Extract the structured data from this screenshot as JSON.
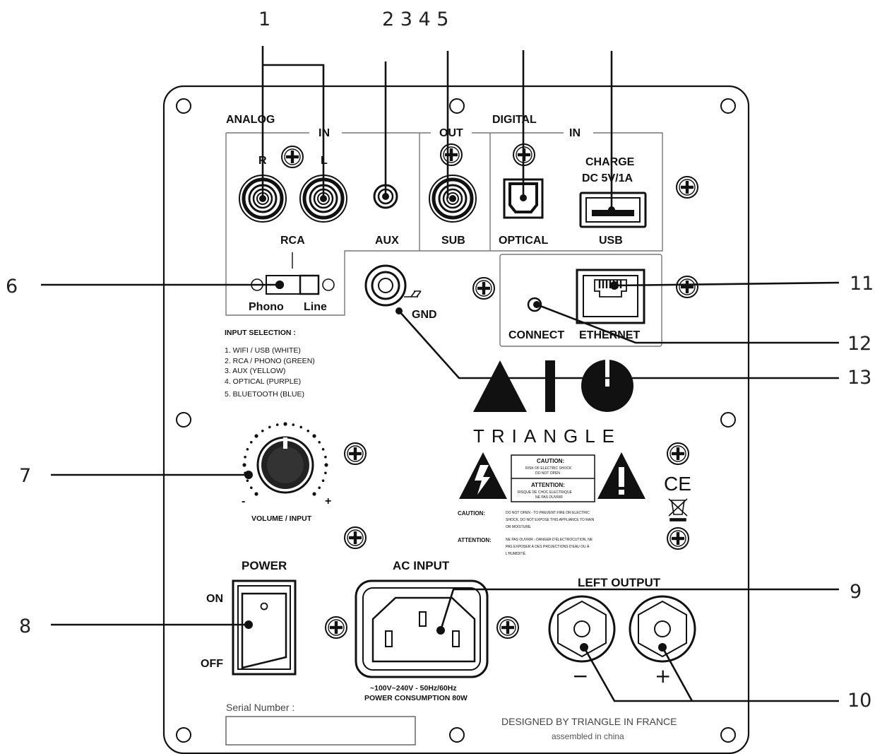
{
  "callouts": [
    "1",
    "2 3 4 5",
    "6",
    "7",
    "8",
    "9",
    "10",
    "11",
    "12",
    "13"
  ],
  "panel": {
    "analog": "ANALOG",
    "digital": "DIGITAL",
    "in": "IN",
    "out": "OUT",
    "digital_in": "IN",
    "r": "R",
    "l": "L",
    "rca": "RCA",
    "aux": "AUX",
    "sub": "SUB",
    "optical": "OPTICAL",
    "charge": "CHARGE",
    "dc": "DC  5V/1A",
    "usb": "USB",
    "phono": "Phono",
    "line": "Line",
    "gnd": "GND",
    "connect": "CONNECT",
    "ethernet": "ETHERNET",
    "input_selection_title": "INPUT SELECTION :",
    "input_selection": [
      "1. WIFI / USB (WHITE)",
      "2. RCA / PHONO (GREEN)",
      "3. AUX (YELLOW)",
      "4. OPTICAL (PURPLE)",
      "5. BLUETOOTH (BLUE)"
    ],
    "brand": "TRIANGLE",
    "volume": "VOLUME / INPUT",
    "minus": "-",
    "plus": "+",
    "power": "POWER",
    "on": "ON",
    "off": "OFF",
    "ac_input": "AC INPUT",
    "ac_spec_1": "~100V~240V - 50Hz/60Hz",
    "ac_spec_2": "POWER CONSUMPTION 80W",
    "left_output": "LEFT OUTPUT",
    "terminal_minus": "−",
    "terminal_plus": "+",
    "serial_label": "Serial Number :",
    "designed_by": "DESIGNED BY TRIANGLE IN FRANCE",
    "assembled": "assembled in china"
  },
  "warning": {
    "caution_title": "CAUTION:",
    "caution_box_1": "RISK OF ELECTRIC SHOCK",
    "caution_box_2": "DO NOT OPEN",
    "attention_title": "ATTENTION:",
    "attention_box_1": "RISQUE DE CHOC ELECTRIQUE",
    "attention_box_2": "NE PAS OUVRIR",
    "caution_label": "CAUTION:",
    "caution_text_1": "DO NOT OPEN - TO PREVENT FIRE OR ELECTRIC",
    "caution_text_2": "SHOCK, DO NOT EXPOSE THIS APPLIANCE TO RAIN",
    "caution_text_3": "OR MOISTURE.",
    "attention_label": "ATTENTION:",
    "attention_text_1": "NE PAS OUVRIR - DANGER D'ÉLECTROCUTION, NE",
    "attention_text_2": "PAS EXPOSER À DES PROJECTIONS D'EAU OU À",
    "attention_text_3": "L'HUMIDITÉ.",
    "ce_mark": "CE"
  },
  "colors": {
    "ink": "#111111",
    "panel": "#ffffff",
    "frame_gray": "#777777"
  }
}
